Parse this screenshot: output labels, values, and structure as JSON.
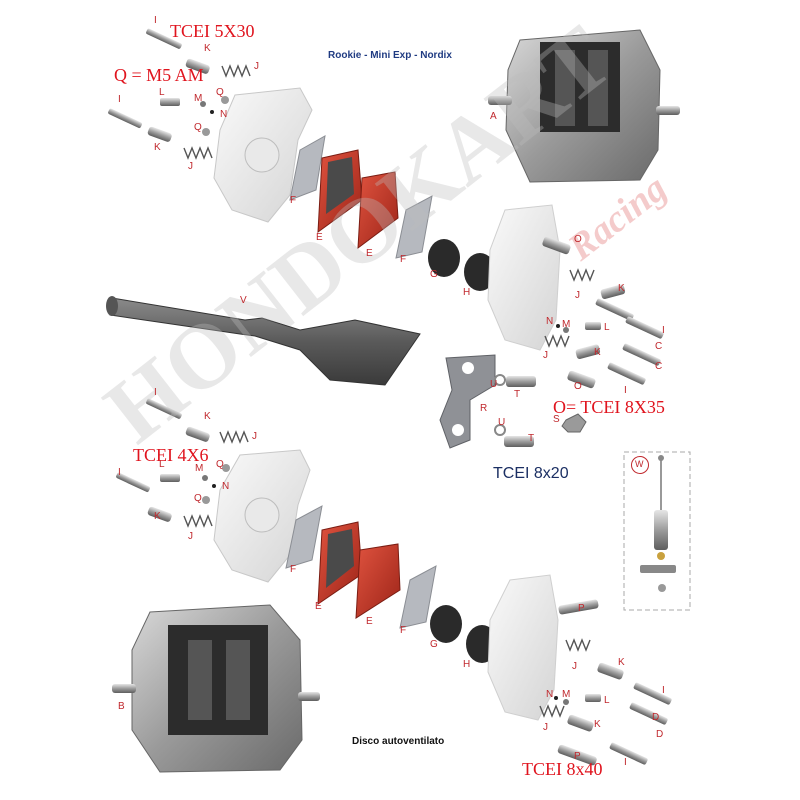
{
  "header": {
    "title": "Rookie - Mini Exp - Nordix"
  },
  "footer": {
    "caption": "Disco autoventilato"
  },
  "watermark": {
    "brand": "HONDOKART",
    "suffix": "Racing"
  },
  "notes": {
    "top_bolt": "TCEI 5X30",
    "q_top": "Q = M5 AM",
    "o_bolt": "O= TCEI 8X35",
    "t_bolt": "TCEI 8x20",
    "lower_bolt": "TCEI 4X6",
    "p_bolt": "TCEI 8x40"
  },
  "labels": {
    "I": "I",
    "K": "K",
    "J": "J",
    "L": "L",
    "M": "M",
    "N": "N",
    "Q": "Q",
    "A": "A",
    "B": "B",
    "C": "C",
    "D": "D",
    "E": "E",
    "F": "F",
    "G": "G",
    "H": "H",
    "O": "O",
    "P": "P",
    "R": "R",
    "S": "S",
    "T": "T",
    "U": "U",
    "V": "V",
    "W": "W"
  },
  "colors": {
    "label_red": "#c0282d",
    "note_red": "#e0141e",
    "title_blue": "#1f3b82",
    "pad_red": "#c8352b"
  }
}
